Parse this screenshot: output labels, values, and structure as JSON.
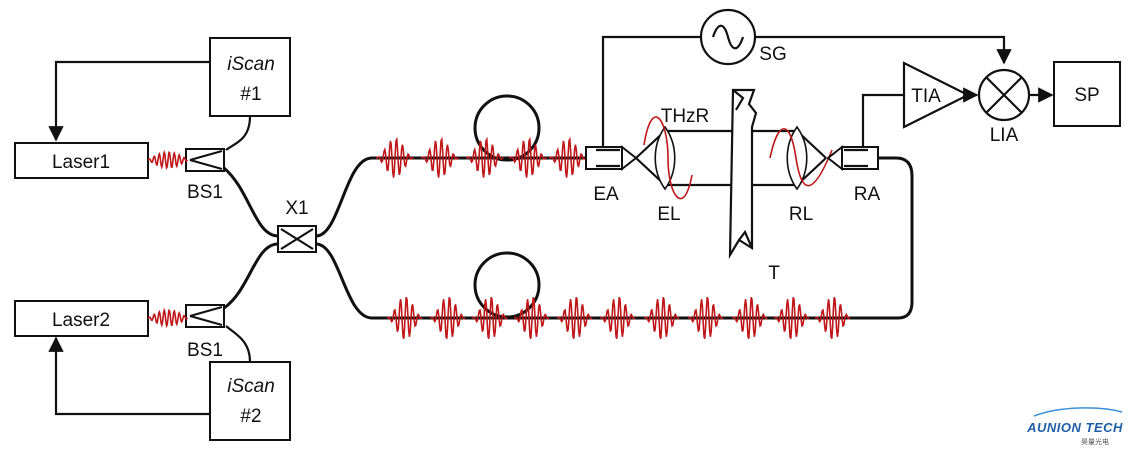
{
  "diagram": {
    "laser1": "Laser1",
    "laser2": "Laser2",
    "iscan1": {
      "line1": "iScan",
      "line2": "#1"
    },
    "iscan2": {
      "line1": "iScan",
      "line2": "#2"
    },
    "bs1_top": "BS1",
    "bs1_bottom": "BS1",
    "x1": "X1",
    "sg": "SG",
    "thzr": "THzR",
    "ea": "EA",
    "el": "EL",
    "rl": "RL",
    "ra": "RA",
    "t": "T",
    "tia": "TIA",
    "lia": "LIA",
    "sp": "SP"
  },
  "logo": {
    "name": "AUNION TECH",
    "subtitle": "昊量光电"
  }
}
